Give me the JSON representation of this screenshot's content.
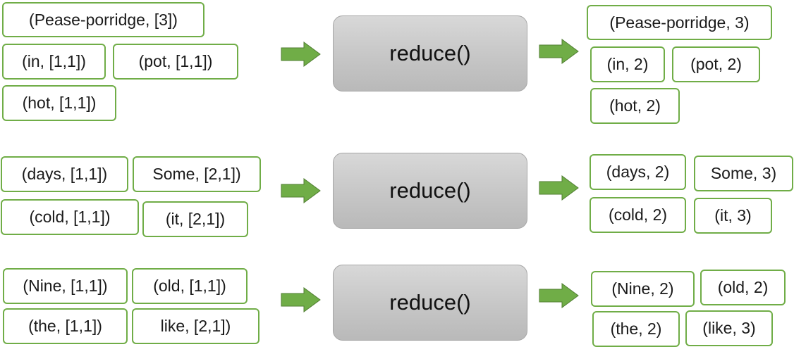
{
  "arrow_color": "#70ad47",
  "rows": [
    {
      "inputs": [
        "(Pease-porridge, [3])",
        "(in, [1,1])",
        "(pot, [1,1])",
        "(hot, [1,1])"
      ],
      "function_label": "reduce()",
      "outputs": [
        "(Pease-porridge, 3)",
        "(in, 2)",
        "(pot, 2)",
        "(hot, 2)"
      ]
    },
    {
      "inputs": [
        "(days, [1,1])",
        "Some, [2,1])",
        "(cold, [1,1])",
        "(it, [2,1])"
      ],
      "function_label": "reduce()",
      "outputs": [
        "(days, 2)",
        "Some, 3)",
        "(cold, 2)",
        "(it, 3)"
      ]
    },
    {
      "inputs": [
        "(Nine, [1,1])",
        "(old, [1,1])",
        "(the, [1,1])",
        "like, [2,1])"
      ],
      "function_label": "reduce()",
      "outputs": [
        "(Nine, 2)",
        "(old, 2)",
        "(the, 2)",
        "(like, 3)"
      ]
    }
  ]
}
